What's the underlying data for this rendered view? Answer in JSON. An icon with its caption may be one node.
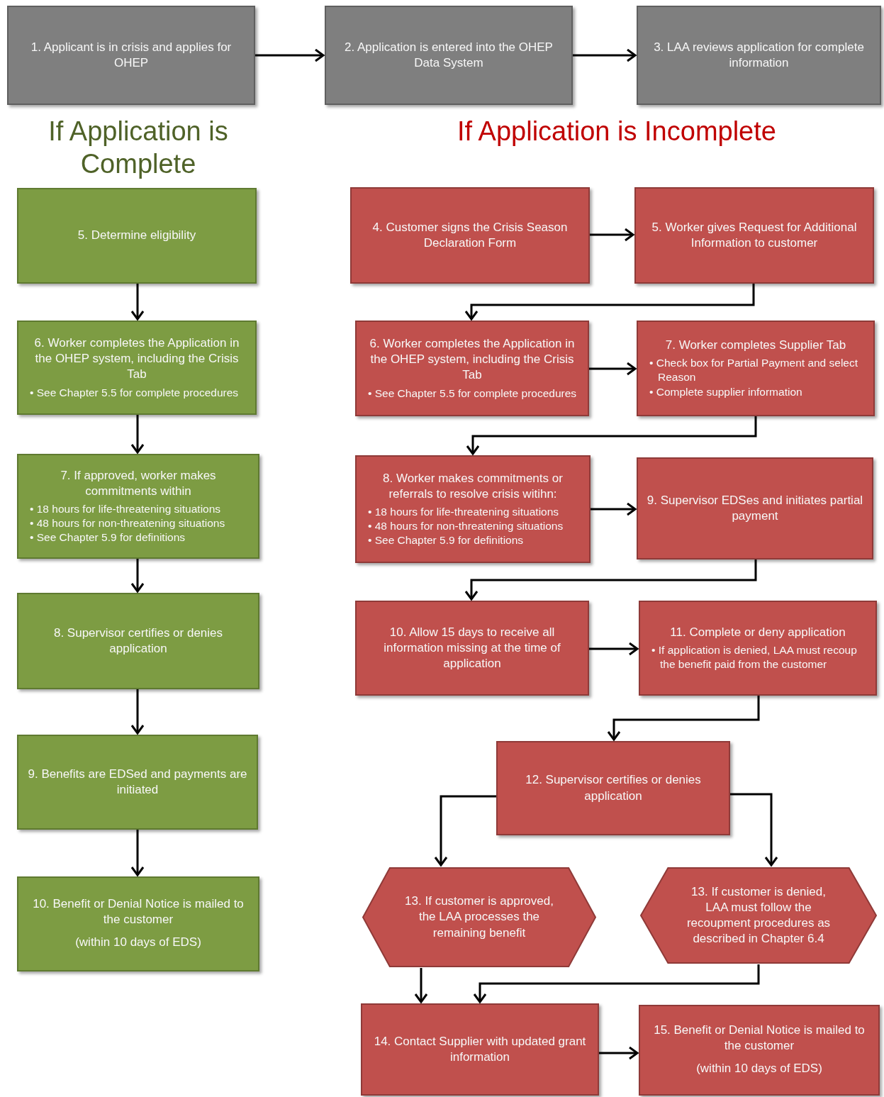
{
  "diagram": {
    "nodes": [
      {
        "text": [
          "1.  Applicant is in crisis and applies for OHEP"
        ]
      },
      {
        "text": [
          "2.  Application is entered into the OHEP Data System"
        ]
      },
      {
        "text": [
          "3.  LAA reviews application for complete information"
        ]
      },
      {
        "text": [
          "5. Determine eligibility"
        ]
      },
      {
        "text": [
          "6.  Worker completes the Application in the OHEP system, including the Crisis Tab",
          "• See Chapter 5.5 for complete procedures"
        ]
      },
      {
        "text": [
          "7.  If approved, worker makes commitments within",
          "• 18 hours for life-threatening situations",
          "• 48 hours for non-threatening situations",
          "• See Chapter 5.9 for definitions"
        ]
      },
      {
        "text": [
          "8.  Supervisor certifies or denies application"
        ]
      },
      {
        "text": [
          "9.  Benefits are EDSed and payments are initiated"
        ]
      },
      {
        "text": [
          "10.  Benefit or Denial Notice is mailed to the customer",
          "(within 10 days of EDS)"
        ]
      },
      {
        "text": [
          "4.  Customer signs the Crisis Season Declaration Form"
        ]
      },
      {
        "text": [
          "5.  Worker gives Request for Additional Information to customer"
        ]
      },
      {
        "text": [
          "6.  Worker completes the Application in the OHEP system, including the Crisis Tab",
          "• See Chapter 5.5 for complete procedures"
        ]
      },
      {
        "text": [
          "7.  Worker completes Supplier Tab",
          "• Check box for Partial Payment and select Reason",
          "• Complete supplier information"
        ]
      },
      {
        "text": [
          "8.  Worker makes commitments or referrals to resolve crisis witihn:",
          "• 18 hours for life-threatening situations",
          "• 48 hours for non-threatening situations",
          "• See Chapter 5.9 for definitions"
        ]
      },
      {
        "text": [
          "9.  Supervisor EDSes and initiates partial payment"
        ]
      },
      {
        "text": [
          "10.  Allow 15 days to receive all information missing at the time of application"
        ]
      },
      {
        "text": [
          "11.  Complete or deny application",
          "• If application is denied, LAA must recoup the benefit paid from the customer"
        ]
      },
      {
        "text": [
          "12.  Supervisor certifies or denies application"
        ]
      },
      {
        "text": [
          "13.  If customer is approved, the LAA processes the remaining benefit"
        ]
      },
      {
        "text": [
          "13.  If customer is denied, LAA must follow the recoupment procedures as described in Chapter 6.4"
        ]
      },
      {
        "text": [
          "14.  Contact Supplier with updated grant information"
        ]
      },
      {
        "text": [
          "15.  Benefit or Denial Notice is mailed to the customer",
          "(within 10 days of EDS)"
        ]
      }
    ],
    "edges": [
      {
        "from": 0,
        "to": 1,
        "arrow": "to"
      },
      {
        "from": 1,
        "to": 2,
        "arrow": "to"
      },
      {
        "from": 3,
        "to": 4,
        "arrow": "to"
      },
      {
        "from": 4,
        "to": 5,
        "arrow": "to"
      },
      {
        "from": 5,
        "to": 6,
        "arrow": "to"
      },
      {
        "from": 6,
        "to": 7,
        "arrow": "to"
      },
      {
        "from": 7,
        "to": 8,
        "arrow": "to"
      },
      {
        "from": 9,
        "to": 10,
        "arrow": "to"
      },
      {
        "from": 10,
        "to": 11,
        "arrow": "to"
      },
      {
        "from": 11,
        "to": 12,
        "arrow": "to"
      },
      {
        "from": 12,
        "to": 13,
        "arrow": "to"
      },
      {
        "from": 13,
        "to": 14,
        "arrow": "to"
      },
      {
        "from": 14,
        "to": 15,
        "arrow": "to"
      },
      {
        "from": 15,
        "to": 16,
        "arrow": "to"
      },
      {
        "from": 16,
        "to": 17,
        "arrow": "to"
      },
      {
        "from": 17,
        "to": 18,
        "arrow": "to"
      },
      {
        "from": 17,
        "to": 19,
        "arrow": "to"
      },
      {
        "from": 18,
        "to": 20,
        "arrow": "to"
      },
      {
        "from": 19,
        "to": 20,
        "arrow": "to"
      },
      {
        "from": 20,
        "to": 21,
        "arrow": "to"
      }
    ],
    "labels": [
      "If Application is Complete",
      "If Application is Incomplete"
    ]
  }
}
